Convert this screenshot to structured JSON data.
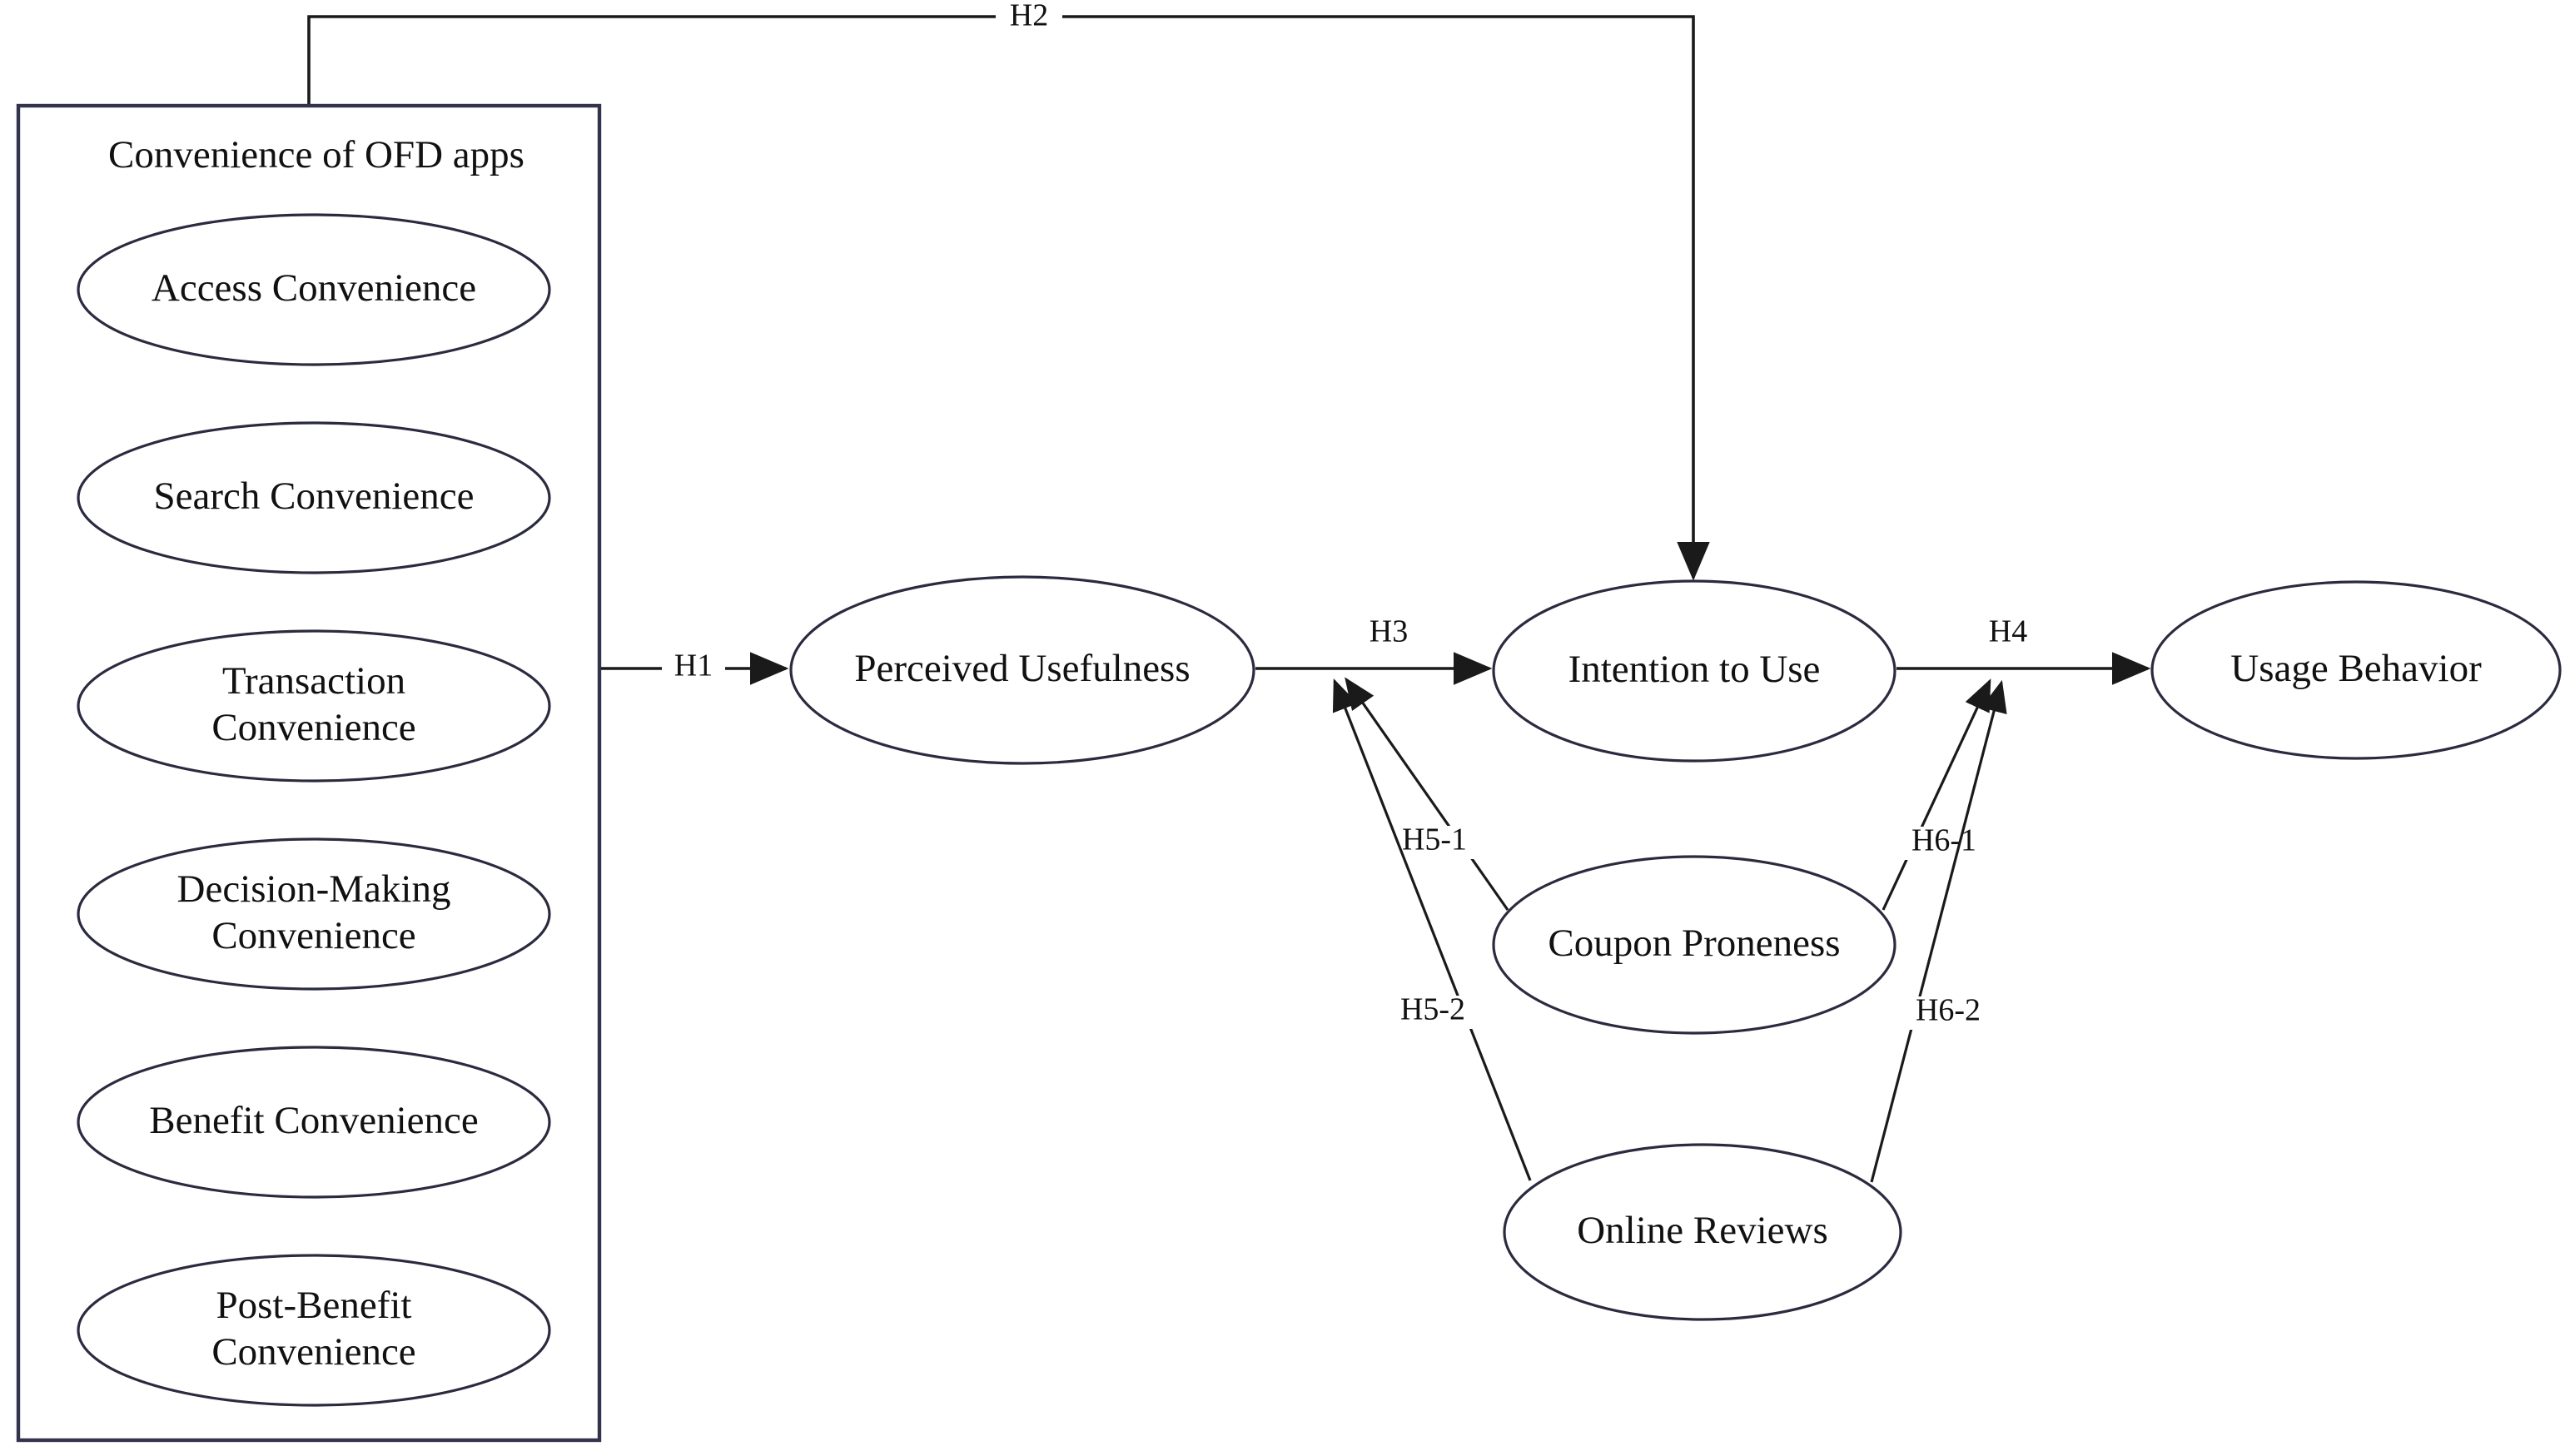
{
  "figure": {
    "type": "research-model-diagram",
    "title": "Convenience of OFD apps research model",
    "background_color": "#ffffff",
    "line_color": "#1a1a1a",
    "node_stroke_color": "#2b2b40"
  },
  "group_box": {
    "label": "Convenience of OFD apps",
    "items": [
      {
        "id": "access",
        "label": "Access Convenience"
      },
      {
        "id": "search",
        "label": "Search Convenience"
      },
      {
        "id": "transaction",
        "label_line1": "Transaction",
        "label_line2": "Convenience"
      },
      {
        "id": "decision",
        "label_line1": "Decision-Making",
        "label_line2": "Convenience"
      },
      {
        "id": "benefit",
        "label": "Benefit Convenience"
      },
      {
        "id": "postbenefit",
        "label_line1": "Post-Benefit",
        "label_line2": "Convenience"
      }
    ]
  },
  "nodes": {
    "perceived_usefulness": {
      "label": "Perceived Usefulness"
    },
    "intention_to_use": {
      "label": "Intention to Use"
    },
    "usage_behavior": {
      "label": "Usage Behavior"
    },
    "coupon_proneness": {
      "label": "Coupon Proneness"
    },
    "online_reviews": {
      "label": "Online Reviews"
    }
  },
  "edges": {
    "h1": {
      "label": "H1",
      "from": "Convenience of OFD apps",
      "to": "Perceived Usefulness"
    },
    "h2": {
      "label": "H2",
      "from": "Convenience of OFD apps",
      "to": "Intention to Use"
    },
    "h3": {
      "label": "H3",
      "from": "Perceived Usefulness",
      "to": "Intention to Use"
    },
    "h4": {
      "label": "H4",
      "from": "Intention to Use",
      "to": "Usage Behavior"
    },
    "h5_1": {
      "label": "H5-1",
      "from": "Coupon Proneness",
      "to": "H3 path"
    },
    "h5_2": {
      "label": "H5-2",
      "from": "Online Reviews",
      "to": "H3 path"
    },
    "h6_1": {
      "label": "H6-1",
      "from": "Coupon Proneness",
      "to": "H4 path"
    },
    "h6_2": {
      "label": "H6-2",
      "from": "Online Reviews",
      "to": "H4 path"
    }
  }
}
